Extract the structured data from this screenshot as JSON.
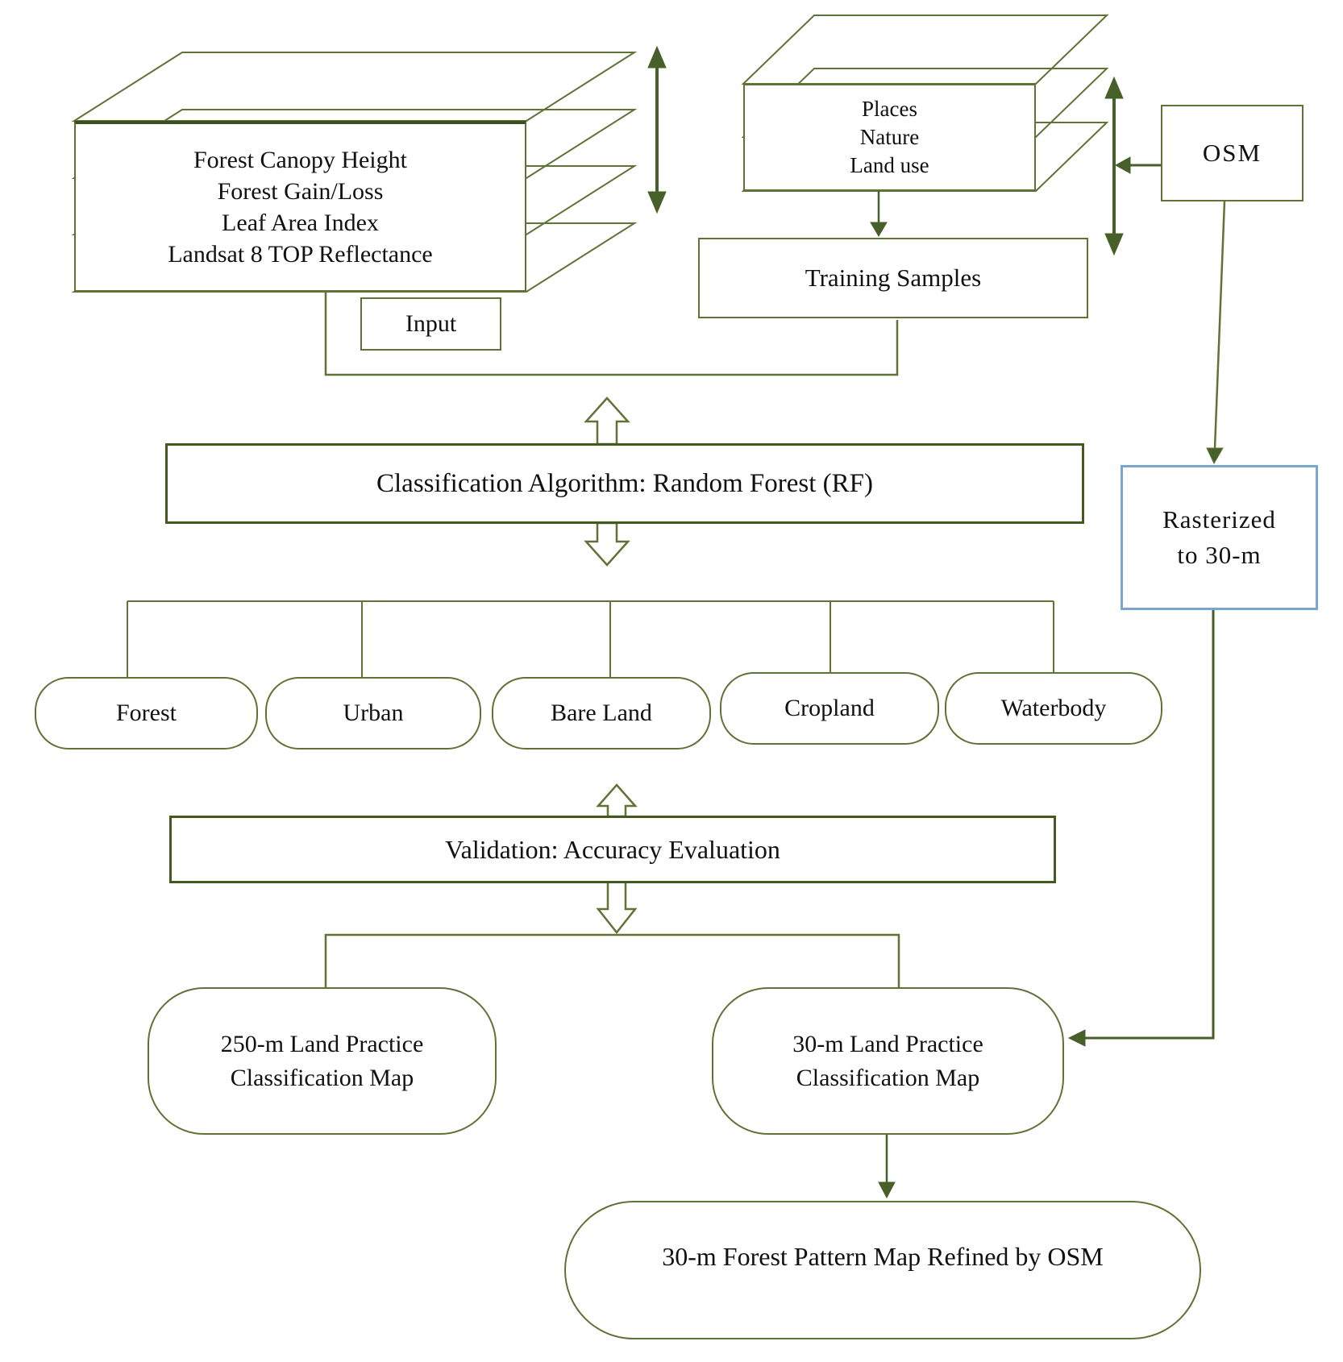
{
  "diagram": {
    "title": "Land practice classification workflow flowchart",
    "input_stack": {
      "lines": [
        "Forest Canopy Height",
        "Forest Gain/Loss",
        "Leaf Area Index",
        "Landsat 8 TOP Reflectance"
      ]
    },
    "input_label": "Input",
    "osm_stack": {
      "lines": [
        "Places",
        "Nature",
        "Land use"
      ]
    },
    "training_samples_label": "Training Samples",
    "osm_label": "OSM",
    "classification_label": "Classification Algorithm: Random Forest (RF)",
    "rasterized": {
      "line1": "Rasterized",
      "line2": "to 30-m"
    },
    "classes": [
      "Forest",
      "Urban",
      "Bare Land",
      "Cropland",
      "Waterbody"
    ],
    "validation_label": "Validation: Accuracy Evaluation",
    "map_250": {
      "line1": "250-m Land Practice",
      "line2": "Classification Map"
    },
    "map_30": {
      "line1": "30-m Land Practice",
      "line2": "Classification Map"
    },
    "final_label": "30-m Forest Pattern Map Refined by OSM",
    "colors": {
      "line": "#5f7336",
      "arrow_fill": "#47602a",
      "box_border": "#5f7336",
      "emphasis_border": "#44591f",
      "rasterized_border": "#7aa5cc",
      "text": "#111111"
    }
  }
}
